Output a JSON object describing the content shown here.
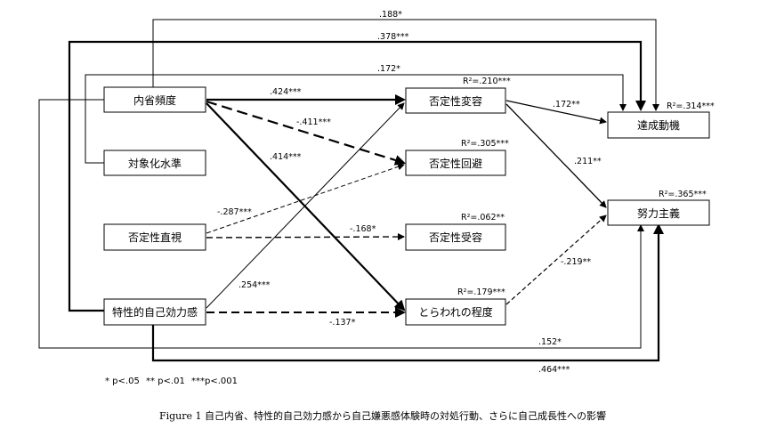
{
  "nodes": {
    "naisei_hindo": "内省頻度",
    "taishoka_suijun": "対象化水準",
    "hiteisei_chokushi": "否定性直視",
    "tokuseiteki_jiko_kouryokukan": "特性的自己効力感",
    "hiteisei_henyou": "否定性変容",
    "hiteisei_kaihi": "否定性回避",
    "hiteisei_juyou": "否定性受容",
    "torawareno_teido": "とらわれの程度",
    "tassei_douki": "達成動機",
    "doryoku_shugi": "努力主義"
  },
  "r_squared": {
    "hiteisei_henyou": "R²=.210***",
    "hiteisei_kaihi": "R²=.305***",
    "hiteisei_juyou": "R²=.062**",
    "torawareno_teido": "R²=.179***",
    "tassei_douki": "R²=.314***",
    "doryoku_shugi": "R²=.365***"
  },
  "paths": {
    "naisei_to_tassei": ".188*",
    "jikokouryoku_to_tassei": ".378***",
    "taishoka_to_tassei": ".172*",
    "naisei_to_henyou": ".424***",
    "naisei_to_kaihi": "-.411***",
    "naisei_to_torawareno": ".414***",
    "chokushi_to_kaihi": "-.287***",
    "chokushi_to_juyou": "-.168*",
    "jikokouryoku_to_henyou": ".254***",
    "jikokouryoku_to_torawareno": "-.137*",
    "henyou_to_tassei": ".172**",
    "henyou_to_doryoku": ".211**",
    "torawareno_to_doryoku": "-.219**",
    "naisei_to_doryoku": ".152*",
    "jikokouryoku_to_doryoku": ".464***"
  },
  "legend": {
    "p05": "* p<.05",
    "p01": "** p<.01",
    "p001": "***p<.001"
  },
  "caption": "Figure 1 自己内省、特性的自己効力感から自己嫌悪感体験時の対処行動、さらに自己成長性への影響",
  "style": {
    "line_color": "#000000",
    "box_fill": "#ffffff"
  }
}
